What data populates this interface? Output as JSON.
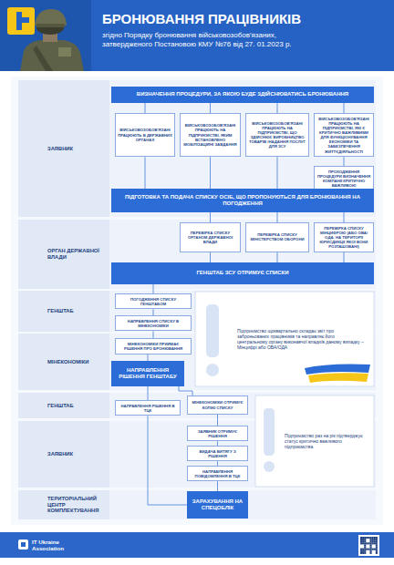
{
  "diagram": {
    "title": "БРОНЮВАННЯ ПРАЦІВНИКІВ",
    "nodes": [
      {
        "text": [
          "ЗАЯВНИК"
        ]
      },
      {
        "text": [
          "ВИЗНАЧЕННЯ ПРОЦЕДУРИ, ЗА ЯКОЮ БУДЕ ЗДІЙСНЮВАТИСЬ БРОНЮВАННЯ"
        ]
      },
      {
        "text": [
          "ВІЙСЬКОВОЗОБОВ'ЯЗАНІ ПРАЦЮЮТЬ В ДЕРЖАВНИХ ОРГАНАХ"
        ]
      },
      {
        "text": [
          "ВІЙСЬКОВОЗОБОВ'ЯЗАНІ ПРАЦЮЮТЬ НА ПІДПРИЄМСТВІ, ЯКИМ ВСТАНОВЛЕНО МОБІЛІЗАЦІЙНІ ЗАВДАННЯ"
        ]
      },
      {
        "text": [
          "ВІЙСЬКОВОЗОБОВ'ЯЗАНІ ПРАЦЮЮТЬ НА ПІДПРИЄМСТВІ, ЩО ЗДІЙСНЮЄ ВИРОБНИЦТВО ТОВАРІВ /НАДАННЯ ПОСЛУГ ДЛЯ ЗСУ"
        ]
      },
      {
        "text": [
          "ВІЙСЬКОВОЗОБОВ'ЯЗАНІ ПРАЦЮЮТЬ НА ПІДПРИЄМСТВІ, ЯКІ Є КРИТИЧНО ВАЖЛИВИМИ ДЛЯ ФУНКЦІОНУВАННЯ ЕКОНОМІКИ ТА ЗАБЕЗПЕЧЕННЯ ЖИТТЄДІЯЛЬНОСТІ"
        ]
      },
      {
        "text": [
          "ПРОХОДЖЕННЯ ПРОЦЕДУРИ ВИЗНАЧЕННЯ КОМПАНІЇ КРИТИЧНО ВАЖЛИВОЮ"
        ]
      },
      {
        "text": [
          "ПІДГОТОВКА ТА ПОДАЧА СПИСКУ ОСІБ, ЩО ПРОПОНУЮТЬСЯ ДЛЯ БРОНЮВАННЯ НА ПОГОДЖЕННЯ"
        ]
      },
      {
        "text": [
          "ОРГАН ДЕРЖАВНОЇ ВЛАДИ"
        ]
      },
      {
        "text": [
          "ПЕРЕВІРКА СПИСКУ ОРГАНОМ ДЕРЖАВНОЇ ВЛАДИ"
        ]
      },
      {
        "text": [
          "ПЕРЕВІРКА СПИСКУ МІНІСТЕРСТВОМ ОБОРОНИ"
        ]
      },
      {
        "text": [
          "ПЕРЕВІРКА СПИСКУ МІНЦИФРОЮ (АБО ОВА/ОДА, НА ТЕРИТОРІЇ ЮРИСДИКЦІЇ ЯКОЇ ВОНИ РОЗТАШОВАНІ)"
        ]
      },
      {
        "text": [
          "ГЕНШТАБ ЗСУ ОТРИМУЄ СПИСКИ"
        ]
      },
      {
        "text": [
          "ГЕНШТАБ"
        ]
      },
      {
        "text": [
          "ПОГОДЖЕННЯ СПИСКУ ГЕНШТАБОМ"
        ]
      },
      {
        "text": [
          "НАПРАВЛЕННЯ СПИСКУ В МІНЕКОНОМІКИ"
        ]
      },
      {
        "text": [
          "Підприємство щоквартально складає звіт про заброньованих працівників та направляє його центральному органу виконавчої влади/в даному випадку – Мінцифрі або ОВА/ОДА"
        ]
      },
      {
        "text": [
          "МІНЕКОНОМІКИ"
        ]
      },
      {
        "text": [
          "МІНЕКОНОМІКИ ПРИЙМАЄ РІШЕННЯ ПРО БРОНЮВАННЯ"
        ]
      },
      {
        "text": [
          "НАПРАВЛЕННЯ РІШЕННЯ ГЕНШТАБУ"
        ]
      },
      {
        "text": [
          "ГЕНШТАБ"
        ]
      },
      {
        "text": [
          "НАПРАВЛЕННЯ РІШЕННЯ В ТЦК"
        ]
      },
      {
        "text": [
          "МІНЕКОНОМІКИ ОТРИМУЄ КОПІЮ СПИСКУ"
        ]
      },
      {
        "text": [
          "ЗАЯВНИК"
        ]
      },
      {
        "text": [
          "ЗАЯВНИК ОТРИМУЄ РІШЕННЯ"
        ]
      },
      {
        "text": [
          "ВИДАЧА ВИТЯГУ З РІШЕННЯ"
        ]
      },
      {
        "text": [
          "НАПРАВЛЕННЯ ПОВІДОМЛЕННЯ В ТЦК"
        ]
      },
      {
        "text": [
          "Підприємство раз на рік підтверджує статус критично важливого підприємства"
        ]
      },
      {
        "text": [
          "ТЕРИТОРІАЛЬНИЙ ЦЕНТР КОМПЛЕКТУВАННЯ"
        ]
      },
      {
        "text": [
          "ЗАРАХУВАННЯ НА СПЕЦОБЛІК"
        ]
      }
    ],
    "edges": [
      {
        "from": 1,
        "to": 2,
        "arrow": "none"
      },
      {
        "from": 1,
        "to": 3,
        "arrow": "none"
      },
      {
        "from": 1,
        "to": 4,
        "arrow": "none"
      },
      {
        "from": 1,
        "to": 5,
        "arrow": "none"
      },
      {
        "from": 5,
        "to": 6,
        "arrow": "none"
      },
      {
        "from": 2,
        "to": 7,
        "arrow": "none"
      },
      {
        "from": 3,
        "to": 7,
        "arrow": "none"
      },
      {
        "from": 4,
        "to": 7,
        "arrow": "none"
      },
      {
        "from": 6,
        "to": 7,
        "arrow": "none"
      },
      {
        "from": 7,
        "to": 9,
        "arrow": "none"
      },
      {
        "from": 7,
        "to": 10,
        "arrow": "none"
      },
      {
        "from": 7,
        "to": 11,
        "arrow": "none"
      },
      {
        "from": 9,
        "to": 12,
        "arrow": "none"
      },
      {
        "from": 10,
        "to": 12,
        "arrow": "none"
      },
      {
        "from": 11,
        "to": 12,
        "arrow": "none"
      },
      {
        "from": 12,
        "to": 14,
        "arrow": "none"
      },
      {
        "from": 14,
        "to": 15,
        "arrow": "none"
      },
      {
        "from": 15,
        "to": 18,
        "arrow": "none"
      },
      {
        "from": 18,
        "to": 19,
        "arrow": "none"
      },
      {
        "from": 19,
        "to": 21,
        "arrow": "none"
      },
      {
        "from": 19,
        "to": 22,
        "arrow": "none"
      },
      {
        "from": 22,
        "to": 24,
        "arrow": "none"
      },
      {
        "from": 24,
        "to": 25,
        "arrow": "none"
      },
      {
        "from": 25,
        "to": 26,
        "arrow": "none"
      },
      {
        "from": 26,
        "to": 29,
        "arrow": "none"
      },
      {
        "from": 21,
        "to": 29,
        "arrow": "none"
      }
    ],
    "labels": [
      "згідно Порядку бронювання військовозобов'язаних, затвердженого Постановою КМУ №76 від 27. 01.2023 р.",
      "IT Ukraine Association"
    ]
  }
}
